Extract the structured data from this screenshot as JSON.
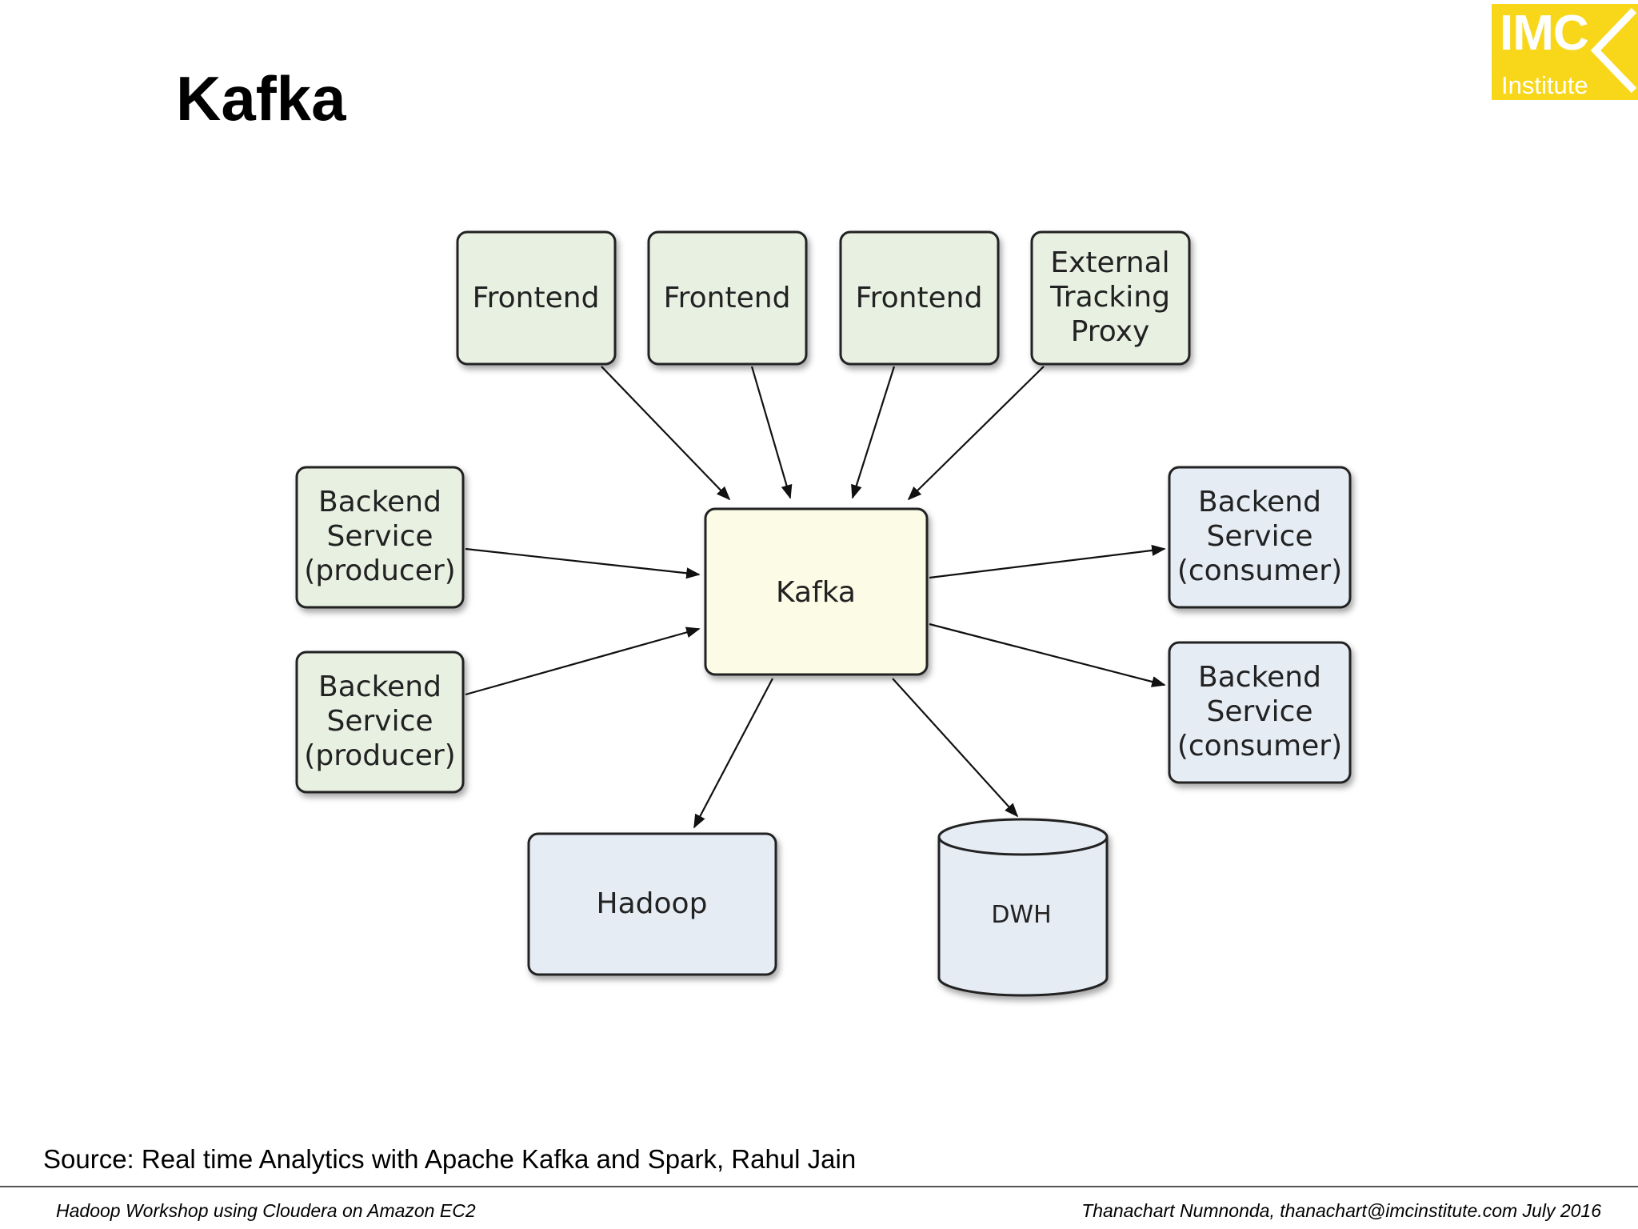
{
  "slide": {
    "title": "Kafka",
    "source": "Source: Real time Analytics with Apache Kafka and Spark, Rahul Jain"
  },
  "logo": {
    "main": "IMC",
    "sub": "Institute",
    "color": "#f8d71b"
  },
  "footer": {
    "left": "Hadoop Workshop using Cloudera on Amazon EC2",
    "right": "Thanachart Numnonda,  thanachart@imcinstitute.com  July 2016"
  },
  "diagram": {
    "nodes": {
      "frontend_1": [
        "Frontend"
      ],
      "frontend_2": [
        "Frontend"
      ],
      "frontend_3": [
        "Frontend"
      ],
      "tracking_proxy": [
        "External",
        "Tracking",
        "Proxy"
      ],
      "kafka": [
        "Kafka"
      ],
      "producer_1": [
        "Backend",
        "Service",
        "(producer)"
      ],
      "producer_2": [
        "Backend",
        "Service",
        "(producer)"
      ],
      "consumer_1": [
        "Backend",
        "Service",
        "(consumer)"
      ],
      "consumer_2": [
        "Backend",
        "Service",
        "(consumer)"
      ],
      "hadoop": [
        "Hadoop"
      ],
      "dwh": [
        "DWH"
      ]
    },
    "edges": [
      [
        "frontend_1",
        "kafka"
      ],
      [
        "frontend_2",
        "kafka"
      ],
      [
        "frontend_3",
        "kafka"
      ],
      [
        "tracking_proxy",
        "kafka"
      ],
      [
        "producer_1",
        "kafka"
      ],
      [
        "producer_2",
        "kafka"
      ],
      [
        "kafka",
        "consumer_1"
      ],
      [
        "kafka",
        "consumer_2"
      ],
      [
        "kafka",
        "hadoop"
      ],
      [
        "kafka",
        "dwh"
      ]
    ],
    "colors": {
      "producer_fill": "#e8f0e2",
      "kafka_fill": "#fbfbe6",
      "consumer_fill": "#e6ecf4",
      "stroke": "#222222"
    }
  }
}
